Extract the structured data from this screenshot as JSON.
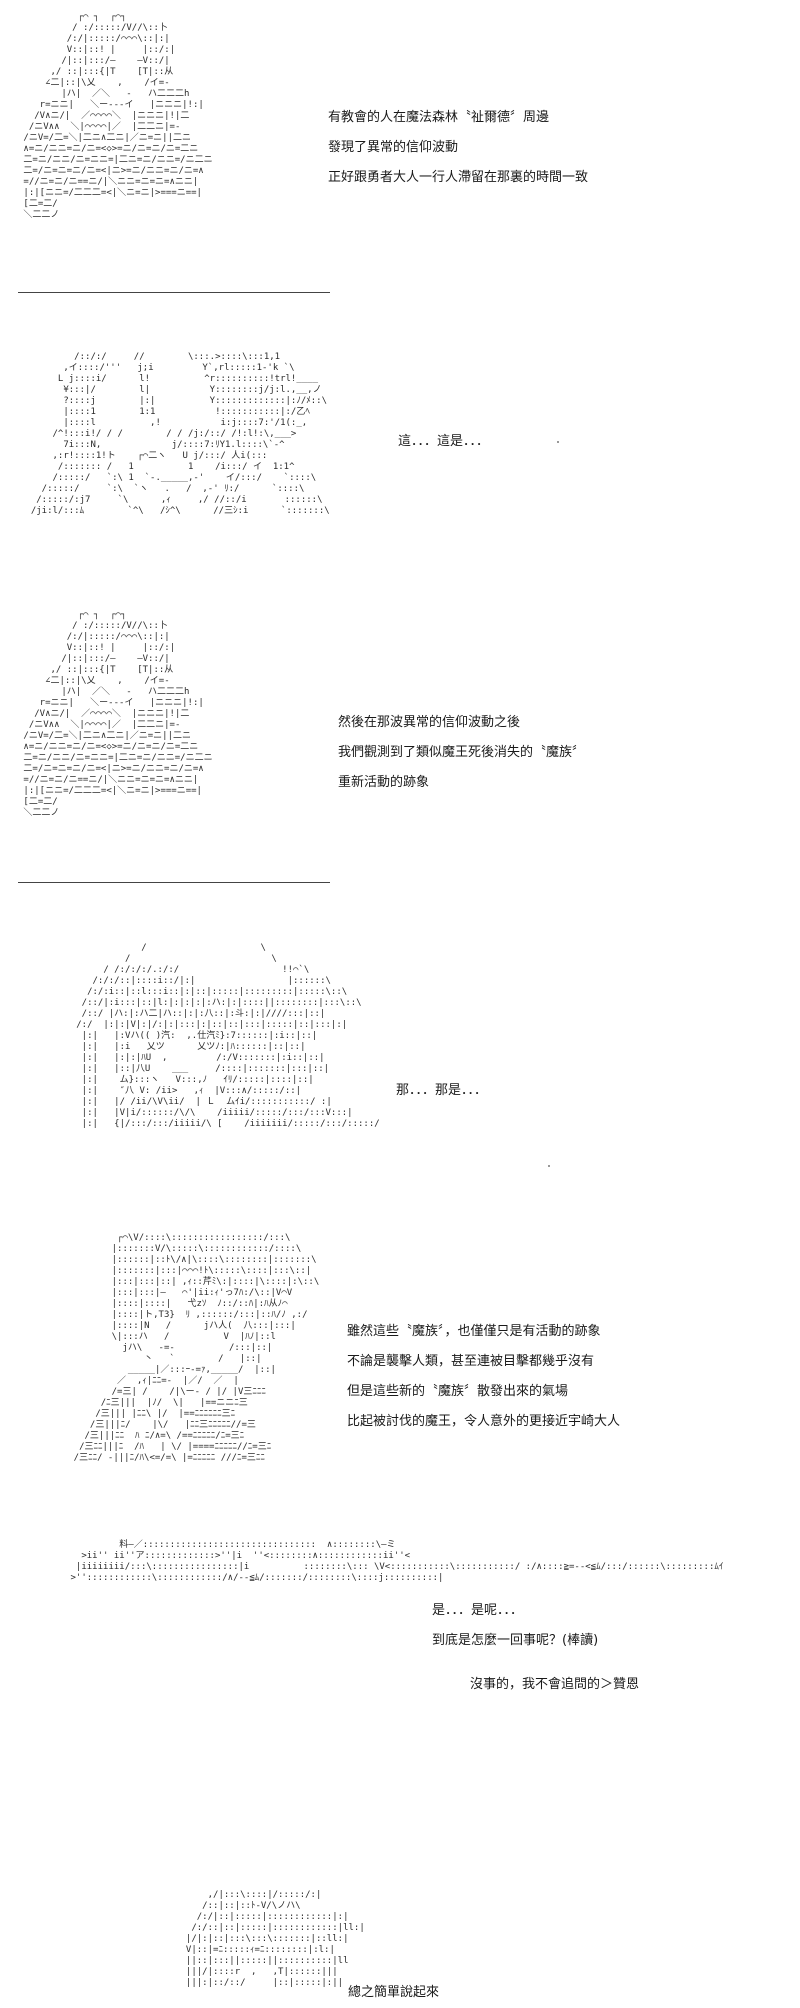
{
  "panels": [
    {
      "lines": [
        "有教會的人在魔法森林〝祉爾德〞周邊",
        "發現了異常的信仰波動",
        "正好跟勇者大人一行人滯留在那裏的時間一致"
      ]
    },
    {
      "lines": [
        "這．．．這是．．．"
      ]
    },
    {
      "lines": [
        "然後在那波異常的信仰波動之後",
        "我們觀測到了類似魔王死後消失的〝魔族〞",
        "重新活動的跡象"
      ]
    },
    {
      "lines": [
        "那．．．那是．．．"
      ]
    },
    {
      "lines": [
        "雖然這些〝魔族〞，也僅僅只是有活動的跡象",
        "不論是襲擊人類，甚至連被目擊都幾乎沒有",
        "但是這些新的〝魔族〞散發出來的氣場",
        "比起被討伐的魔王，令人意外的更接近宇崎大人"
      ]
    },
    {
      "lines": [
        "是．．．是呢．．．",
        "到底是怎麼一回事呢？(棒讀)"
      ]
    },
    {
      "lines": [
        "沒事的，我不會追問的＞贊恩"
      ]
    },
    {
      "lines": [
        "總之簡單說起來"
      ]
    }
  ]
}
